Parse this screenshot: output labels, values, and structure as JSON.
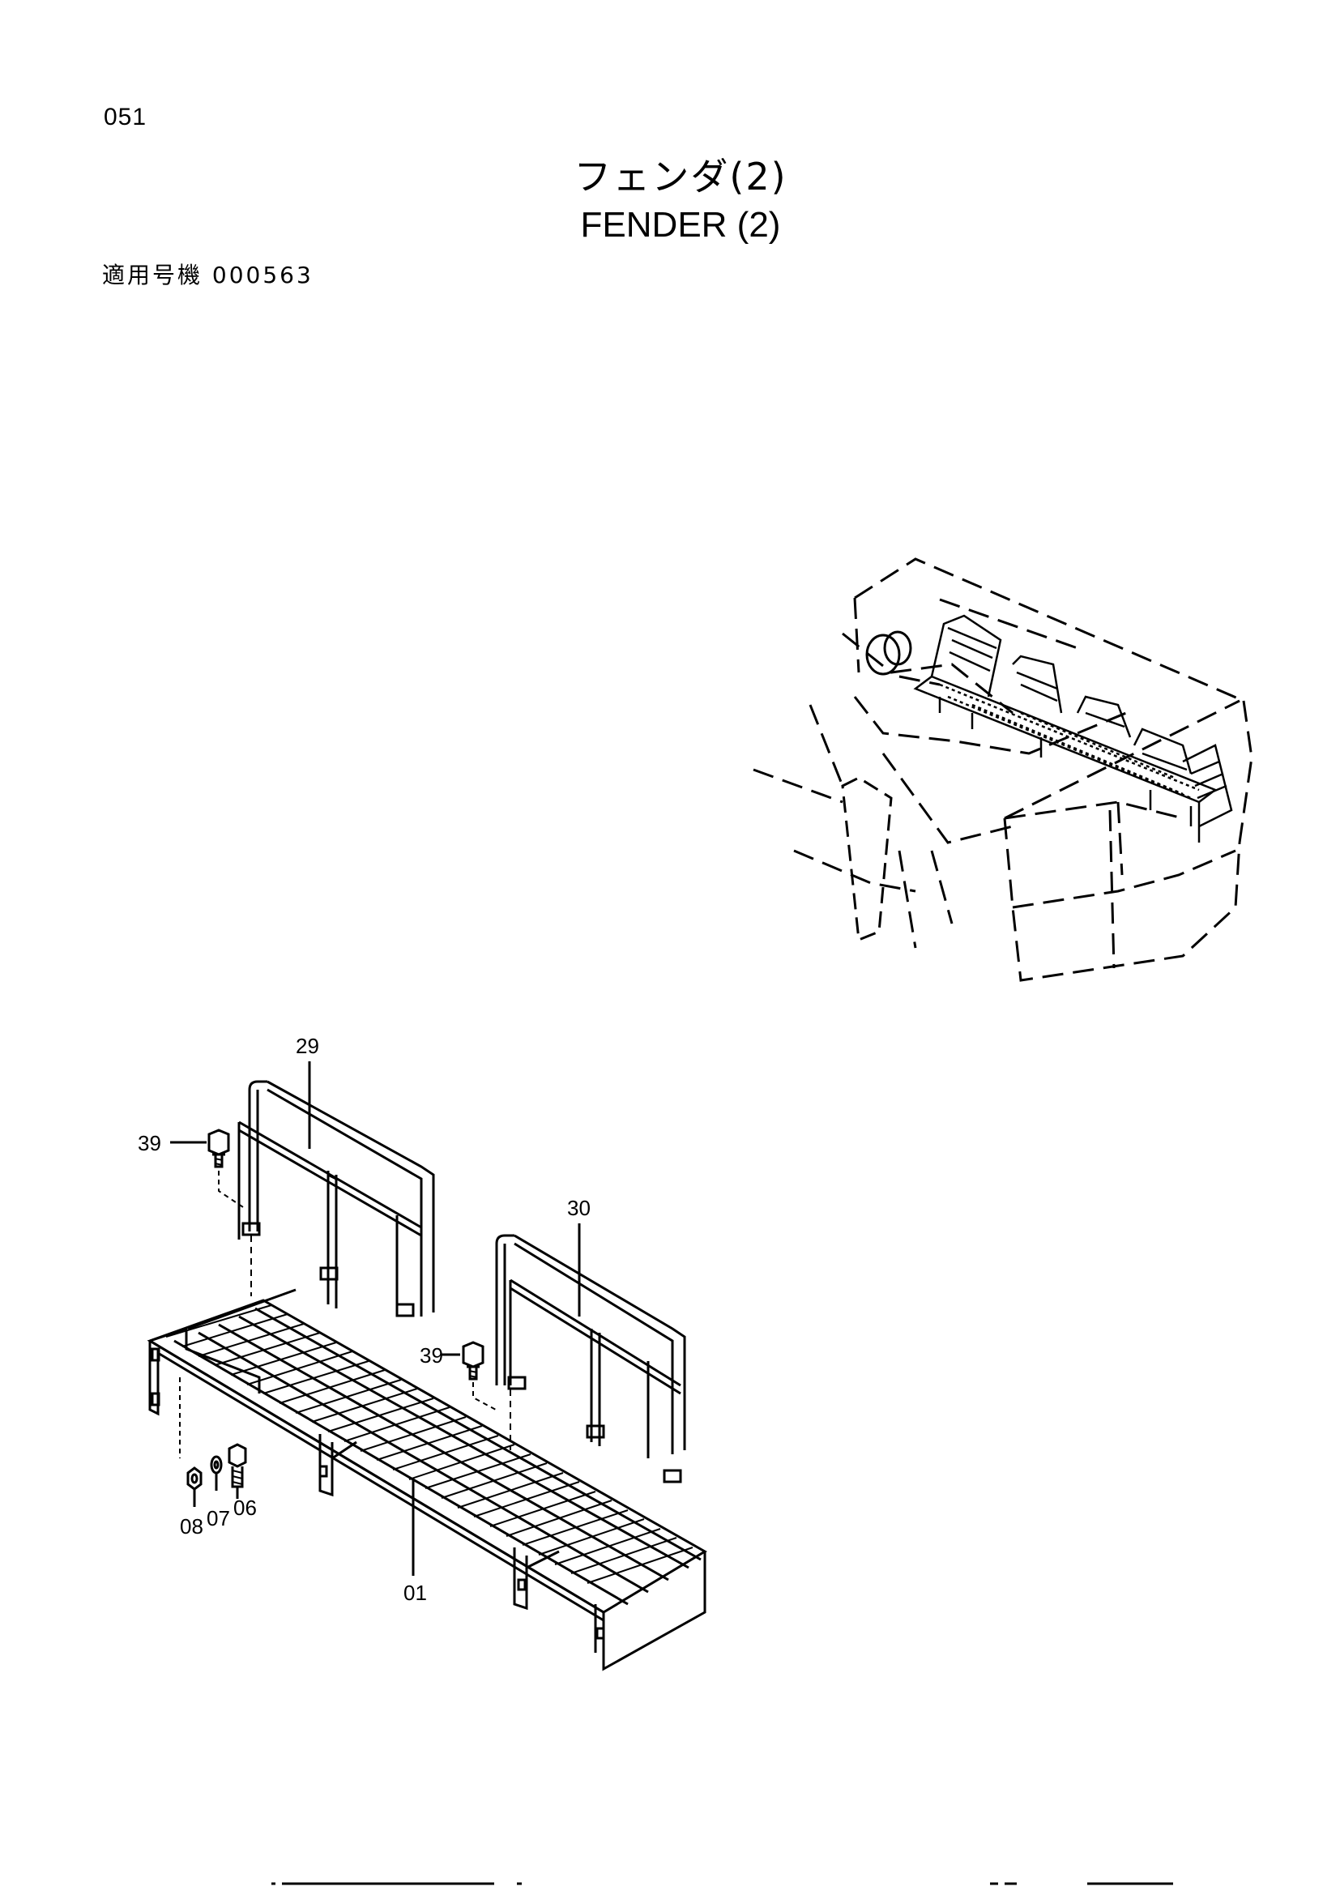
{
  "header": {
    "page_number": "051",
    "title_jp": "フェンダ(2)",
    "title_en": "FENDER (2)",
    "applicable_serial": "適用号機 000563"
  },
  "callouts": {
    "c29": "29",
    "c30": "30",
    "c39a": "39",
    "c39b": "39",
    "c01": "01",
    "c06": "06",
    "c07": "07",
    "c08": "08"
  }
}
